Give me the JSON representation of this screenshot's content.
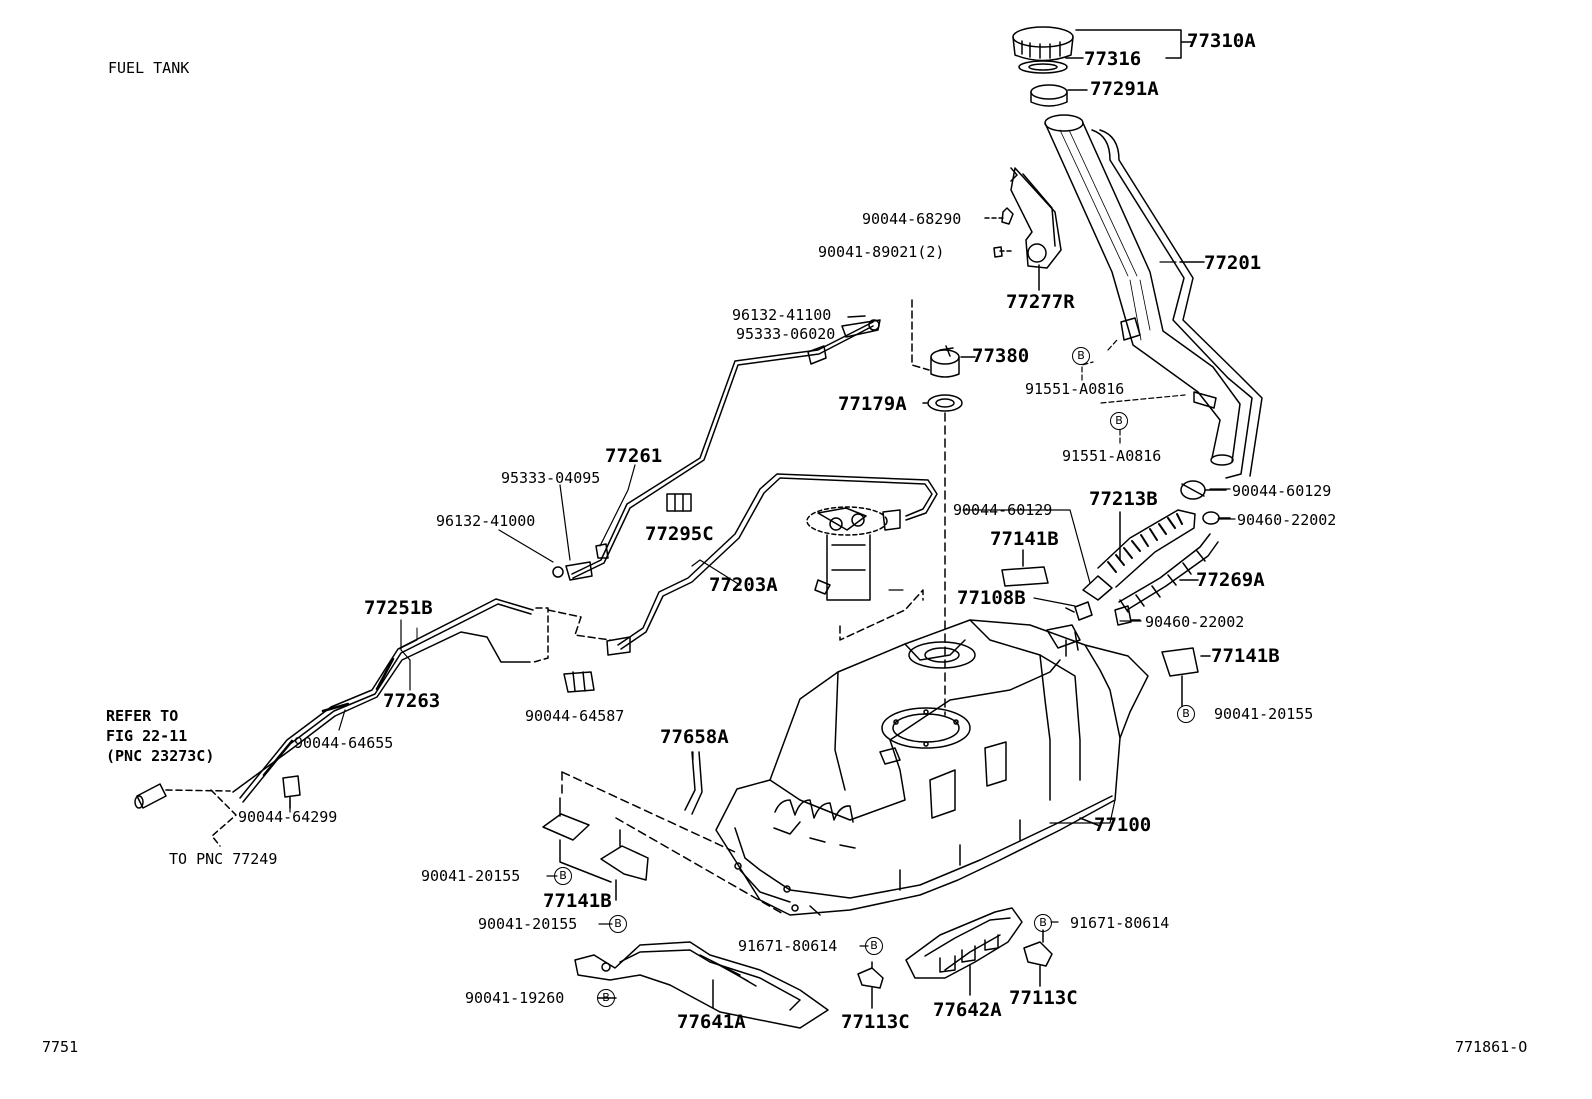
{
  "header": {
    "title": "FUEL TANK"
  },
  "footer": {
    "left_code": "7751",
    "right_code": "771861-O"
  },
  "markers": {
    "bolt": "B"
  },
  "parts": {
    "p77310A": "77310A",
    "p77316": "77316",
    "p77291A": "77291A",
    "p77201": "77201",
    "p90044_68290": "90044-68290",
    "p90041_89021": "90041-89021(2)",
    "p77277R": "77277R",
    "p96132_41100": "96132-41100",
    "p95333_06020": "95333-06020",
    "p77380": "77380",
    "p91551_A0816_1": "91551-A0816",
    "p77179A": "77179A",
    "p91551_A0816_2": "91551-A0816",
    "p77261": "77261",
    "p95333_04095": "95333-04095",
    "p96132_41000": "96132-41000",
    "p77295C": "77295C",
    "p77203A": "77203A",
    "p90044_60129_1": "90044-60129",
    "p77213B": "77213B",
    "p90044_60129_2": "90044-60129",
    "p90460_22002_1": "90460-22002",
    "p77141B_1": "77141B",
    "p77269A": "77269A",
    "p77251B": "77251B",
    "p77108B": "77108B",
    "p90460_22002_2": "90460-22002",
    "p77141B_2": "77141B",
    "p77263": "77263",
    "p90044_64587": "90044-64587",
    "p90041_20155_1": "90041-20155",
    "p90044_64655": "90044-64655",
    "p77658A": "77658A",
    "p90044_64299": "90044-64299",
    "p77100": "77100",
    "p90041_20155_2": "90041-20155",
    "p77141B_3": "77141B",
    "p90041_20155_3": "90041-20155",
    "p91671_80614_1": "91671-80614",
    "p91671_80614_2": "91671-80614",
    "p90041_19260": "90041-19260",
    "p77641A": "77641A",
    "p77113C_1": "77113C",
    "p77642A": "77642A",
    "p77113C_2": "77113C"
  },
  "notes": {
    "refer_line1": "REFER TO",
    "refer_line2": "FIG 22-11",
    "refer_line3": "(PNC 23273C)",
    "to_pnc": "TO PNC 77249"
  }
}
